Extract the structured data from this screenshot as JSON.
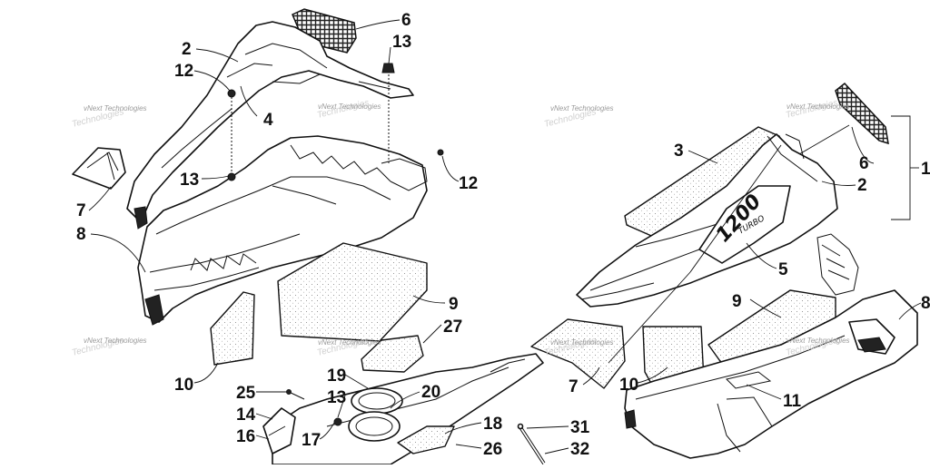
{
  "callouts": [
    {
      "id": "c-6a",
      "text": "6"
    },
    {
      "id": "c-13a",
      "text": "13"
    },
    {
      "id": "c-2a",
      "text": "2"
    },
    {
      "id": "c-12a",
      "text": "12"
    },
    {
      "id": "c-4",
      "text": "4"
    },
    {
      "id": "c-13b",
      "text": "13"
    },
    {
      "id": "c-12b",
      "text": "12"
    },
    {
      "id": "c-7a",
      "text": "7"
    },
    {
      "id": "c-8a",
      "text": "8"
    },
    {
      "id": "c-9a",
      "text": "9"
    },
    {
      "id": "c-27",
      "text": "27"
    },
    {
      "id": "c-10a",
      "text": "10"
    },
    {
      "id": "c-19",
      "text": "19"
    },
    {
      "id": "c-13c",
      "text": "13"
    },
    {
      "id": "c-20",
      "text": "20"
    },
    {
      "id": "c-25",
      "text": "25"
    },
    {
      "id": "c-14",
      "text": "14"
    },
    {
      "id": "c-16",
      "text": "16"
    },
    {
      "id": "c-17",
      "text": "17"
    },
    {
      "id": "c-18",
      "text": "18"
    },
    {
      "id": "c-26",
      "text": "26"
    },
    {
      "id": "c-31",
      "text": "31"
    },
    {
      "id": "c-32",
      "text": "32"
    },
    {
      "id": "c-3",
      "text": "3"
    },
    {
      "id": "c-6b",
      "text": "6"
    },
    {
      "id": "c-1",
      "text": "1"
    },
    {
      "id": "c-2b",
      "text": "2"
    },
    {
      "id": "c-5",
      "text": "5"
    },
    {
      "id": "c-9b",
      "text": "9"
    },
    {
      "id": "c-8b",
      "text": "8"
    },
    {
      "id": "c-7b",
      "text": "7"
    },
    {
      "id": "c-10b",
      "text": "10"
    },
    {
      "id": "c-11",
      "text": "11"
    }
  ],
  "watermark": {
    "text": "vNext Technologies",
    "ghost": "Technologies"
  },
  "decal": {
    "model": "1200",
    "sub": "TURBO"
  }
}
